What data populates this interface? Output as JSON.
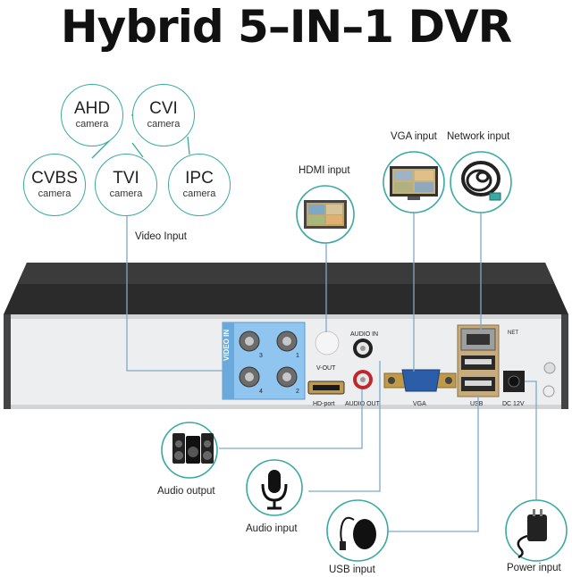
{
  "title": "Hybrid 5–IN–1 DVR",
  "cameras": [
    {
      "name": "AHD",
      "sub": "camera"
    },
    {
      "name": "CVI",
      "sub": "camera"
    },
    {
      "name": "CVBS",
      "sub": "camera"
    },
    {
      "name": "TVI",
      "sub": "camera"
    },
    {
      "name": "IPC",
      "sub": "camera"
    }
  ],
  "labels": {
    "video_input": "Video Input",
    "hdmi_input": "HDMI input",
    "vga_input": "VGA input",
    "network_input": "Network input",
    "audio_output": "Audio output",
    "audio_input": "Audio input",
    "usb_input": "USB input",
    "power_input": "Power input"
  },
  "panel": {
    "video_in": "VIDEO IN",
    "ch3": "3",
    "ch1": "1",
    "ch4": "4",
    "ch2": "2",
    "v_out": "V-OUT",
    "audio_in": "AUDIO IN",
    "audio_out": "AUDIO OUT",
    "hd_port": "HD-port",
    "vga": "VGA",
    "usb": "USB",
    "net": "NET",
    "dc": "DC 12V"
  },
  "colors": {
    "accent": "#3aa9a2",
    "line": "#7fa9c9",
    "bnc_block": "#8fc5ee"
  }
}
